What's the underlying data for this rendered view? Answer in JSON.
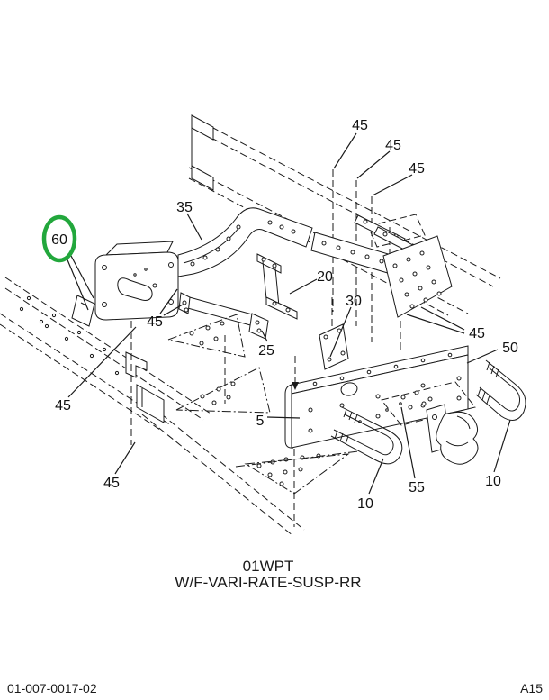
{
  "colors": {
    "line": "#1a1a1a",
    "highlight": "#22a73c",
    "background": "#ffffff"
  },
  "diagram": {
    "callouts": [
      {
        "part": "45"
      },
      {
        "part": "45"
      },
      {
        "part": "45"
      },
      {
        "part": "35"
      },
      {
        "part": "60",
        "circled": true
      },
      {
        "part": "20"
      },
      {
        "part": "30"
      },
      {
        "part": "45"
      },
      {
        "part": "45"
      },
      {
        "part": "25"
      },
      {
        "part": "45"
      },
      {
        "part": "50"
      },
      {
        "part": "5"
      },
      {
        "part": "45"
      },
      {
        "part": "10"
      },
      {
        "part": "55"
      },
      {
        "part": "10"
      }
    ],
    "caption": {
      "line1": "01WPT",
      "line2": "W/F-VARI-RATE-SUSP-RR"
    }
  },
  "footer": {
    "doc_number": "01-007-0017-02",
    "page_code": "A15"
  }
}
